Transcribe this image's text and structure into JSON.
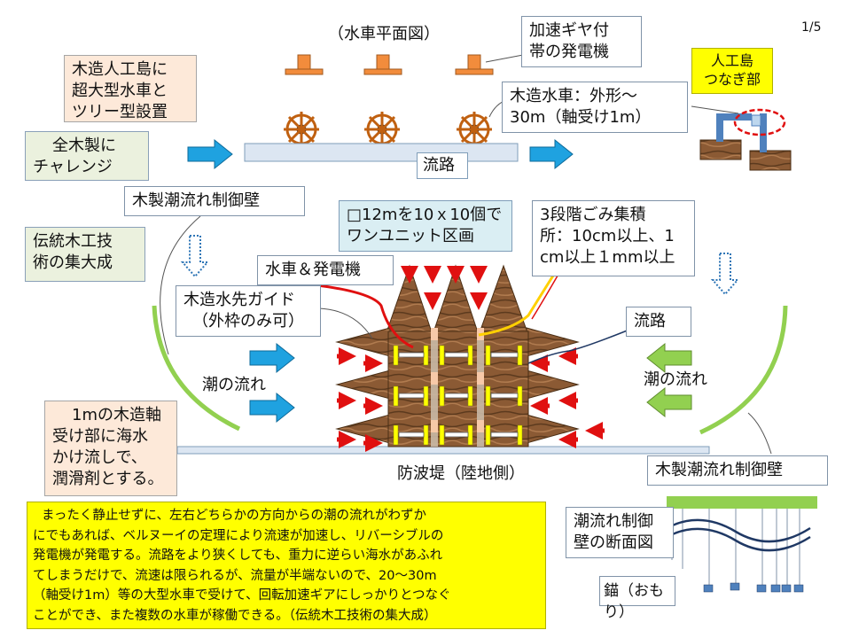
{
  "page_number": "1/5",
  "plan_caption": "（水車平面図）",
  "boxes": {
    "island_setup": [
      "木造人工島に",
      "超大型水車と",
      "ツリー型設置"
    ],
    "all_wood": [
      "全木製に",
      "チャレンジ"
    ],
    "gear_generator": [
      "加速ギヤ付",
      "帯の発電機"
    ],
    "waterwheel_spec": [
      "木造水車：外形～",
      "30m（軸受け1m）"
    ],
    "island_joint": [
      "人工島",
      "つなぎ部"
    ],
    "tide_wall_top": "木製潮流れ制御壁",
    "traditional": [
      "伝統木工技",
      "術の集大成"
    ],
    "unit_block": [
      "□12mを10ｘ10個で",
      "ワンユニット区画"
    ],
    "garbage": [
      "3段階ごみ集積",
      "所：10cm以上、1",
      "cm以上１mm以上"
    ],
    "wheel_generator": "水車＆発電機",
    "guide": [
      "木造水先ガイド",
      "（外枠のみ可）"
    ],
    "channel_right": "流路",
    "bearing": [
      "1mの木造軸",
      "受け部に海水",
      "かけ流しで、",
      "潤滑剤とする。"
    ],
    "tide_wall_bottom": "木製潮流れ制御壁",
    "wall_section": [
      "潮流れ制御",
      "壁の断面図"
    ],
    "anchor": "錨（おもり）"
  },
  "labels": {
    "channel_top": "流路",
    "tide_left": "潮の流れ",
    "tide_right": "潮の流れ",
    "breakwater": "防波堤（陸地側）"
  },
  "summary": [
    "まったく静止せずに、左右どちらかの方向からの潮の流れがわずか",
    "にでもあれば、ベルヌーイの定理により流速が加速し、リバーシブルの",
    "発電機が発電する。流路をより狭くしても、重力に逆らい海水があふれ",
    "てしまうだけで、流速は限られるが、流量が半端ないので、20〜30m",
    "（軸受け1m）等の大型水車で受けて、回転加速ギアにしっかりとつなぐ",
    "ことができ、また複数の水車が稼働できる。（伝統木工技術の集大成）"
  ],
  "colors": {
    "arrow_blue": "#1fa2e0",
    "arrow_green": "#92d050",
    "arrow_red": "#e01010",
    "wood": "#8b5a34",
    "generator": "#f28c3c",
    "highlight": "#ffff00"
  }
}
